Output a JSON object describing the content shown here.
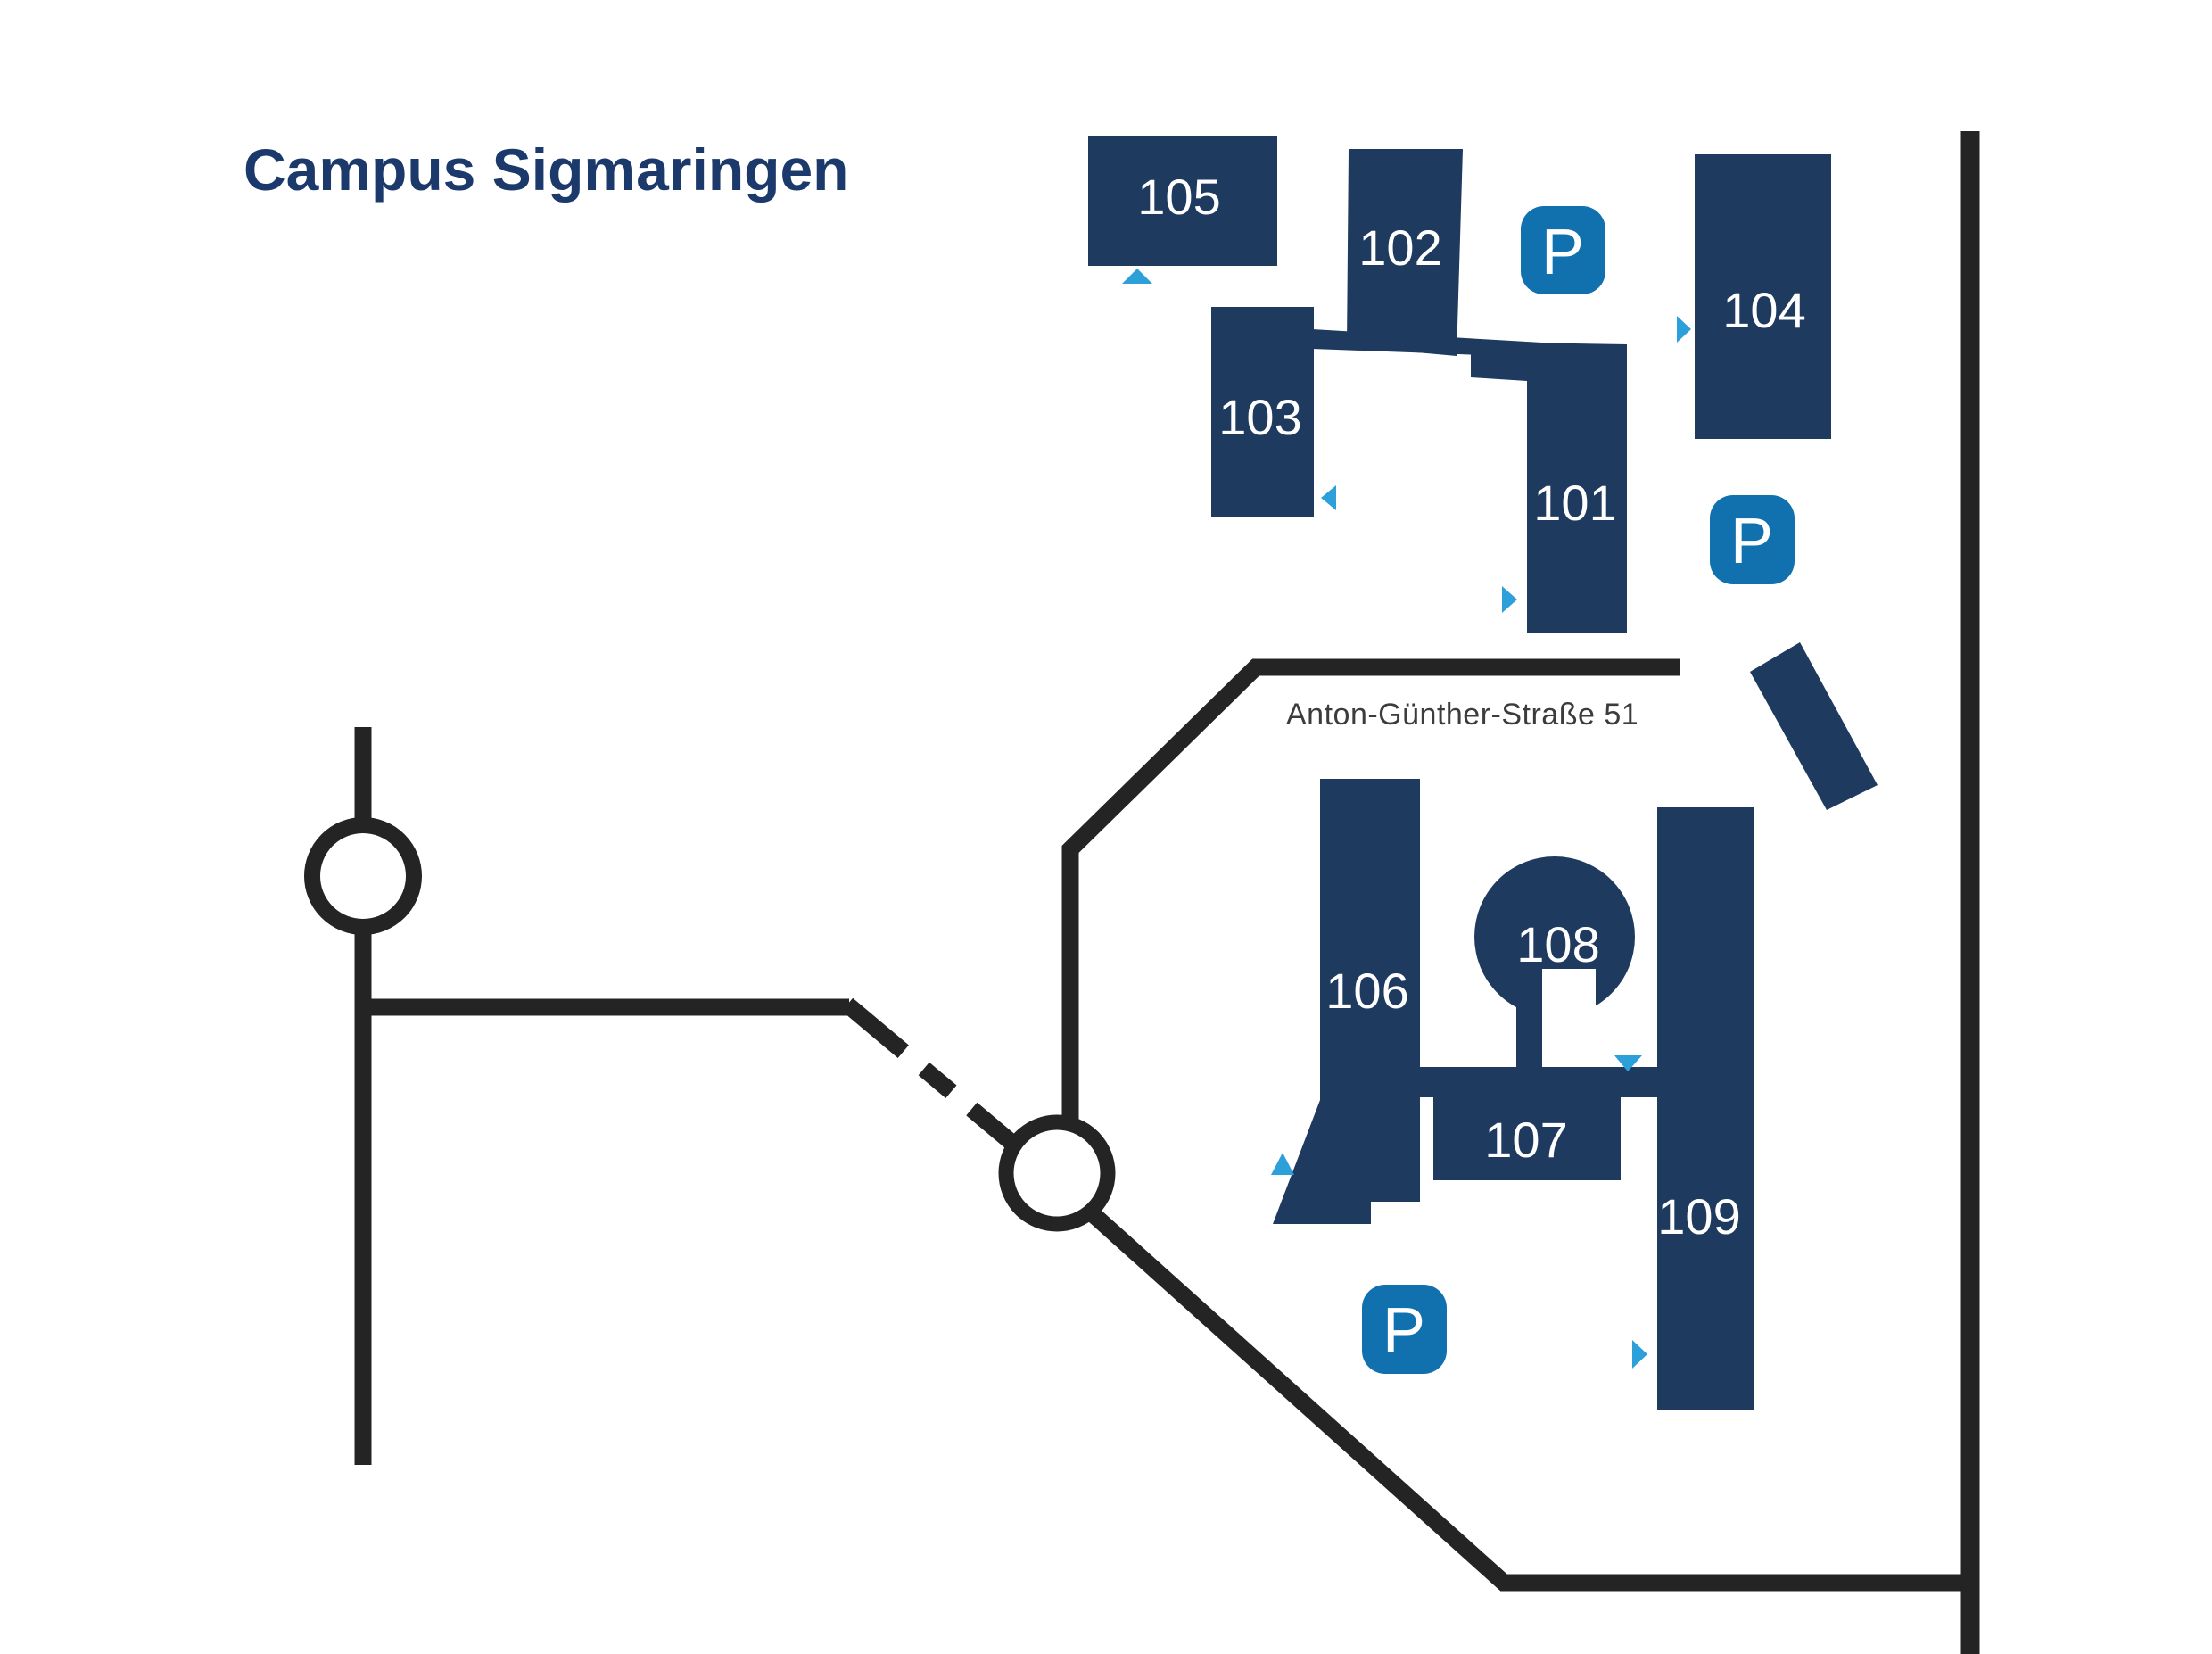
{
  "title": "Campus Sigmaringen",
  "street_label": "Anton-Günther-Straße 51",
  "buildings": {
    "b101": {
      "label": "101"
    },
    "b102": {
      "label": "102"
    },
    "b103": {
      "label": "103"
    },
    "b104": {
      "label": "104"
    },
    "b105": {
      "label": "105"
    },
    "b106": {
      "label": "106"
    },
    "b107": {
      "label": "107"
    },
    "b108": {
      "label": "108"
    },
    "b109": {
      "label": "109"
    }
  },
  "parking": {
    "symbol": "P",
    "count": 3
  },
  "icons": {
    "parking_icon": "blue-rounded-square-P",
    "entrance_arrow_icon": "small-blue-triangle",
    "roundabout_icon": "ring-circle"
  },
  "colors": {
    "building": "#1F3A5F",
    "building_text": "#FFFFFF",
    "parking": "#1171AE",
    "arrow": "#2D9FD9",
    "road": "#242424",
    "title_text": "#1B3A6B",
    "street_text": "#3C3C3C"
  }
}
